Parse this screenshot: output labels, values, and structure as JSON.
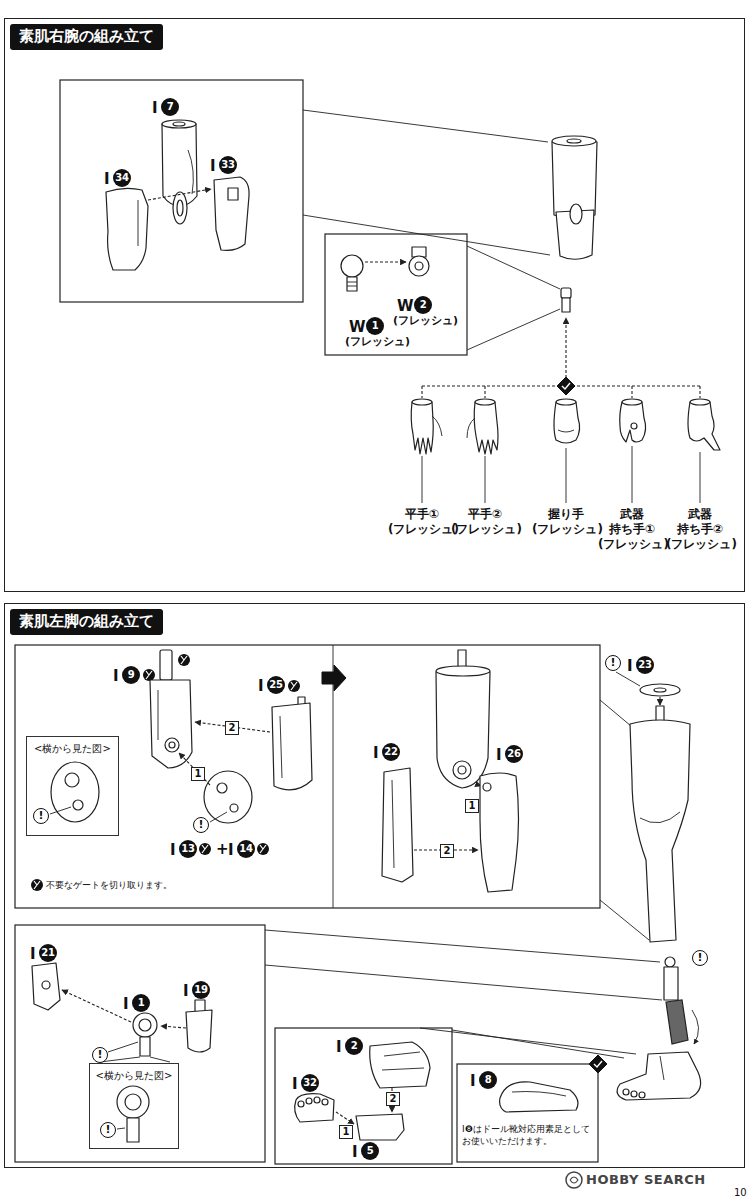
{
  "diagram": {
    "nodes": [
      {
        "text": [
          "素肌右腕の組み立て"
        ]
      },
      {
        "text": [
          "素肌左脚の組み立て"
        ]
      },
      {
        "text": [
          "2"
        ],
        "in": 1
      },
      {
        "text": [
          "<横から見た図>"
        ],
        "in": 1
      },
      {
        "text": [
          "1"
        ],
        "in": 1
      },
      {
        "text": [
          "1"
        ],
        "in": 1
      },
      {
        "text": [
          "2"
        ],
        "in": 1
      },
      {
        "text": [
          "<横から見た図>"
        ],
        "in": 1
      },
      {
        "text": [
          "2"
        ],
        "in": 1
      },
      {
        "text": [
          "1"
        ],
        "in": 1
      }
    ],
    "labels": [
      "I",
      "7",
      "I",
      "34",
      "I",
      "33",
      "W",
      "2",
      "(フレッシュ)",
      "W",
      "1",
      "(フレッシュ)",
      "平手① (フレッシュ)",
      "平手② (フレッシュ)",
      "握り手 (フレッシュ)",
      "武器 持ち手① (フレッシュ)",
      "武器 持ち手② (フレッシュ)",
      "I",
      "9",
      "I",
      "25",
      "!",
      "!",
      "I",
      "13",
      "+",
      "I",
      "14",
      "I",
      "22",
      "I",
      "26",
      "!",
      "I",
      "23",
      "!",
      "I",
      "21",
      "I",
      "1",
      "I",
      "19",
      "!",
      "!",
      "I",
      "2",
      "I",
      "32",
      "I",
      "5",
      "I",
      "8",
      "I❽はドール靴対応用素足としてお使いいただけます。",
      "HOBBY SEARCH",
      "10"
    ],
    "legend": [
      {
        "text": "不要なゲートを切り取ります。"
      }
    ]
  }
}
